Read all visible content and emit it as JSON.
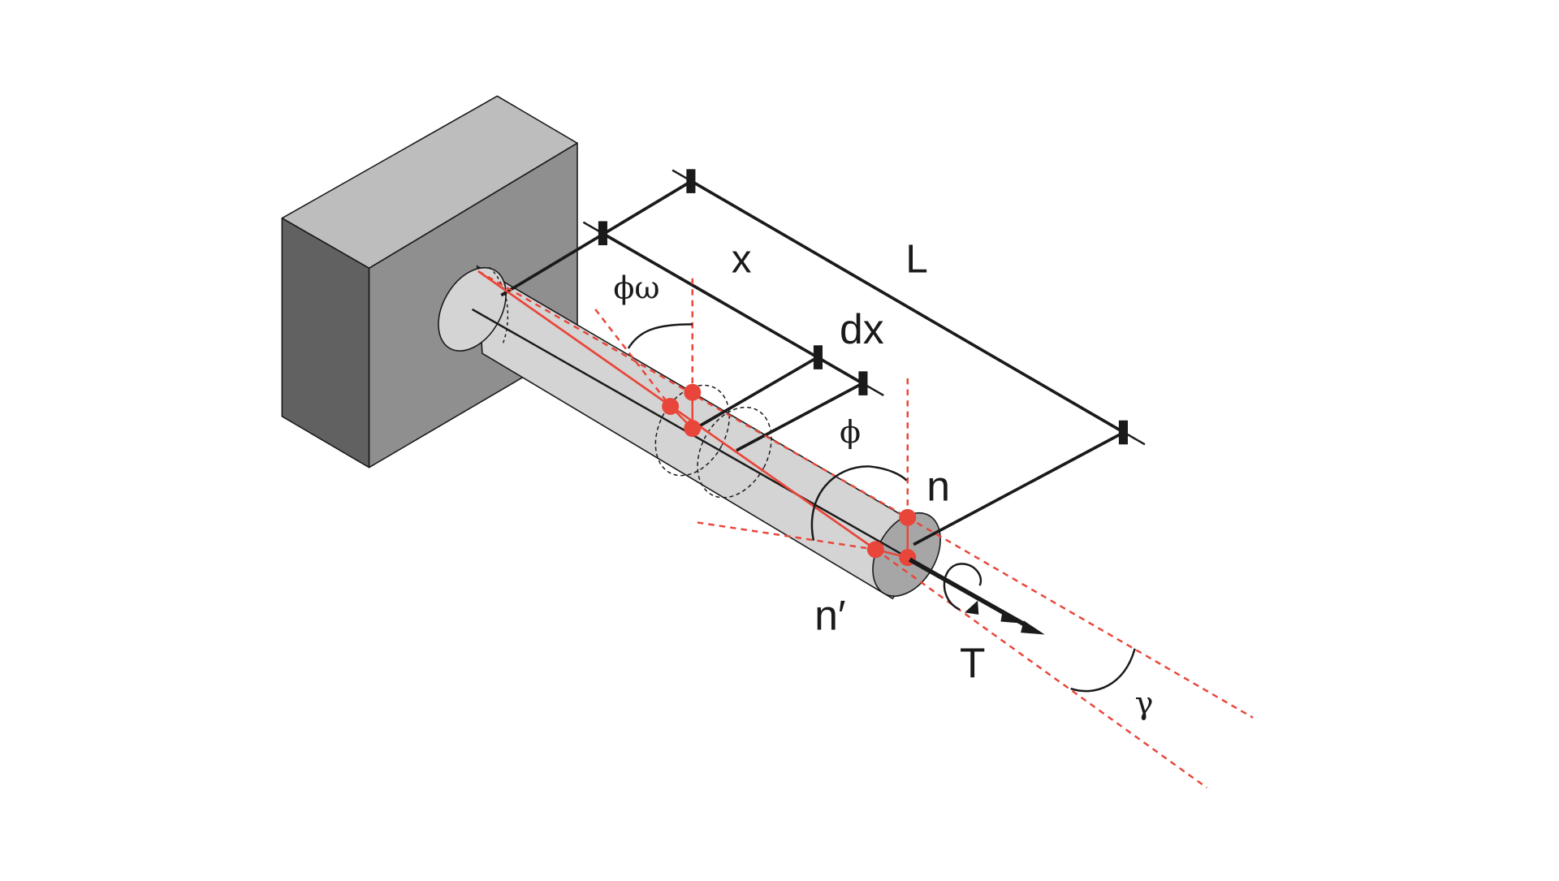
{
  "diagram": {
    "labels": {
      "x": "x",
      "L": "L",
      "dx": "dx",
      "phi_omega": "ϕω",
      "phi": "ϕ",
      "n": "n",
      "n_prime": "n′",
      "T": "T",
      "gamma": "γ"
    },
    "colors": {
      "block_top": "#bdbdbd",
      "block_front": "#8f8f8f",
      "block_side": "#616161",
      "shaft_body": "#d4d4d4",
      "shaft_end": "#a6a6a6",
      "outline": "#1a1a1a",
      "highlight": "#e8463a"
    }
  }
}
